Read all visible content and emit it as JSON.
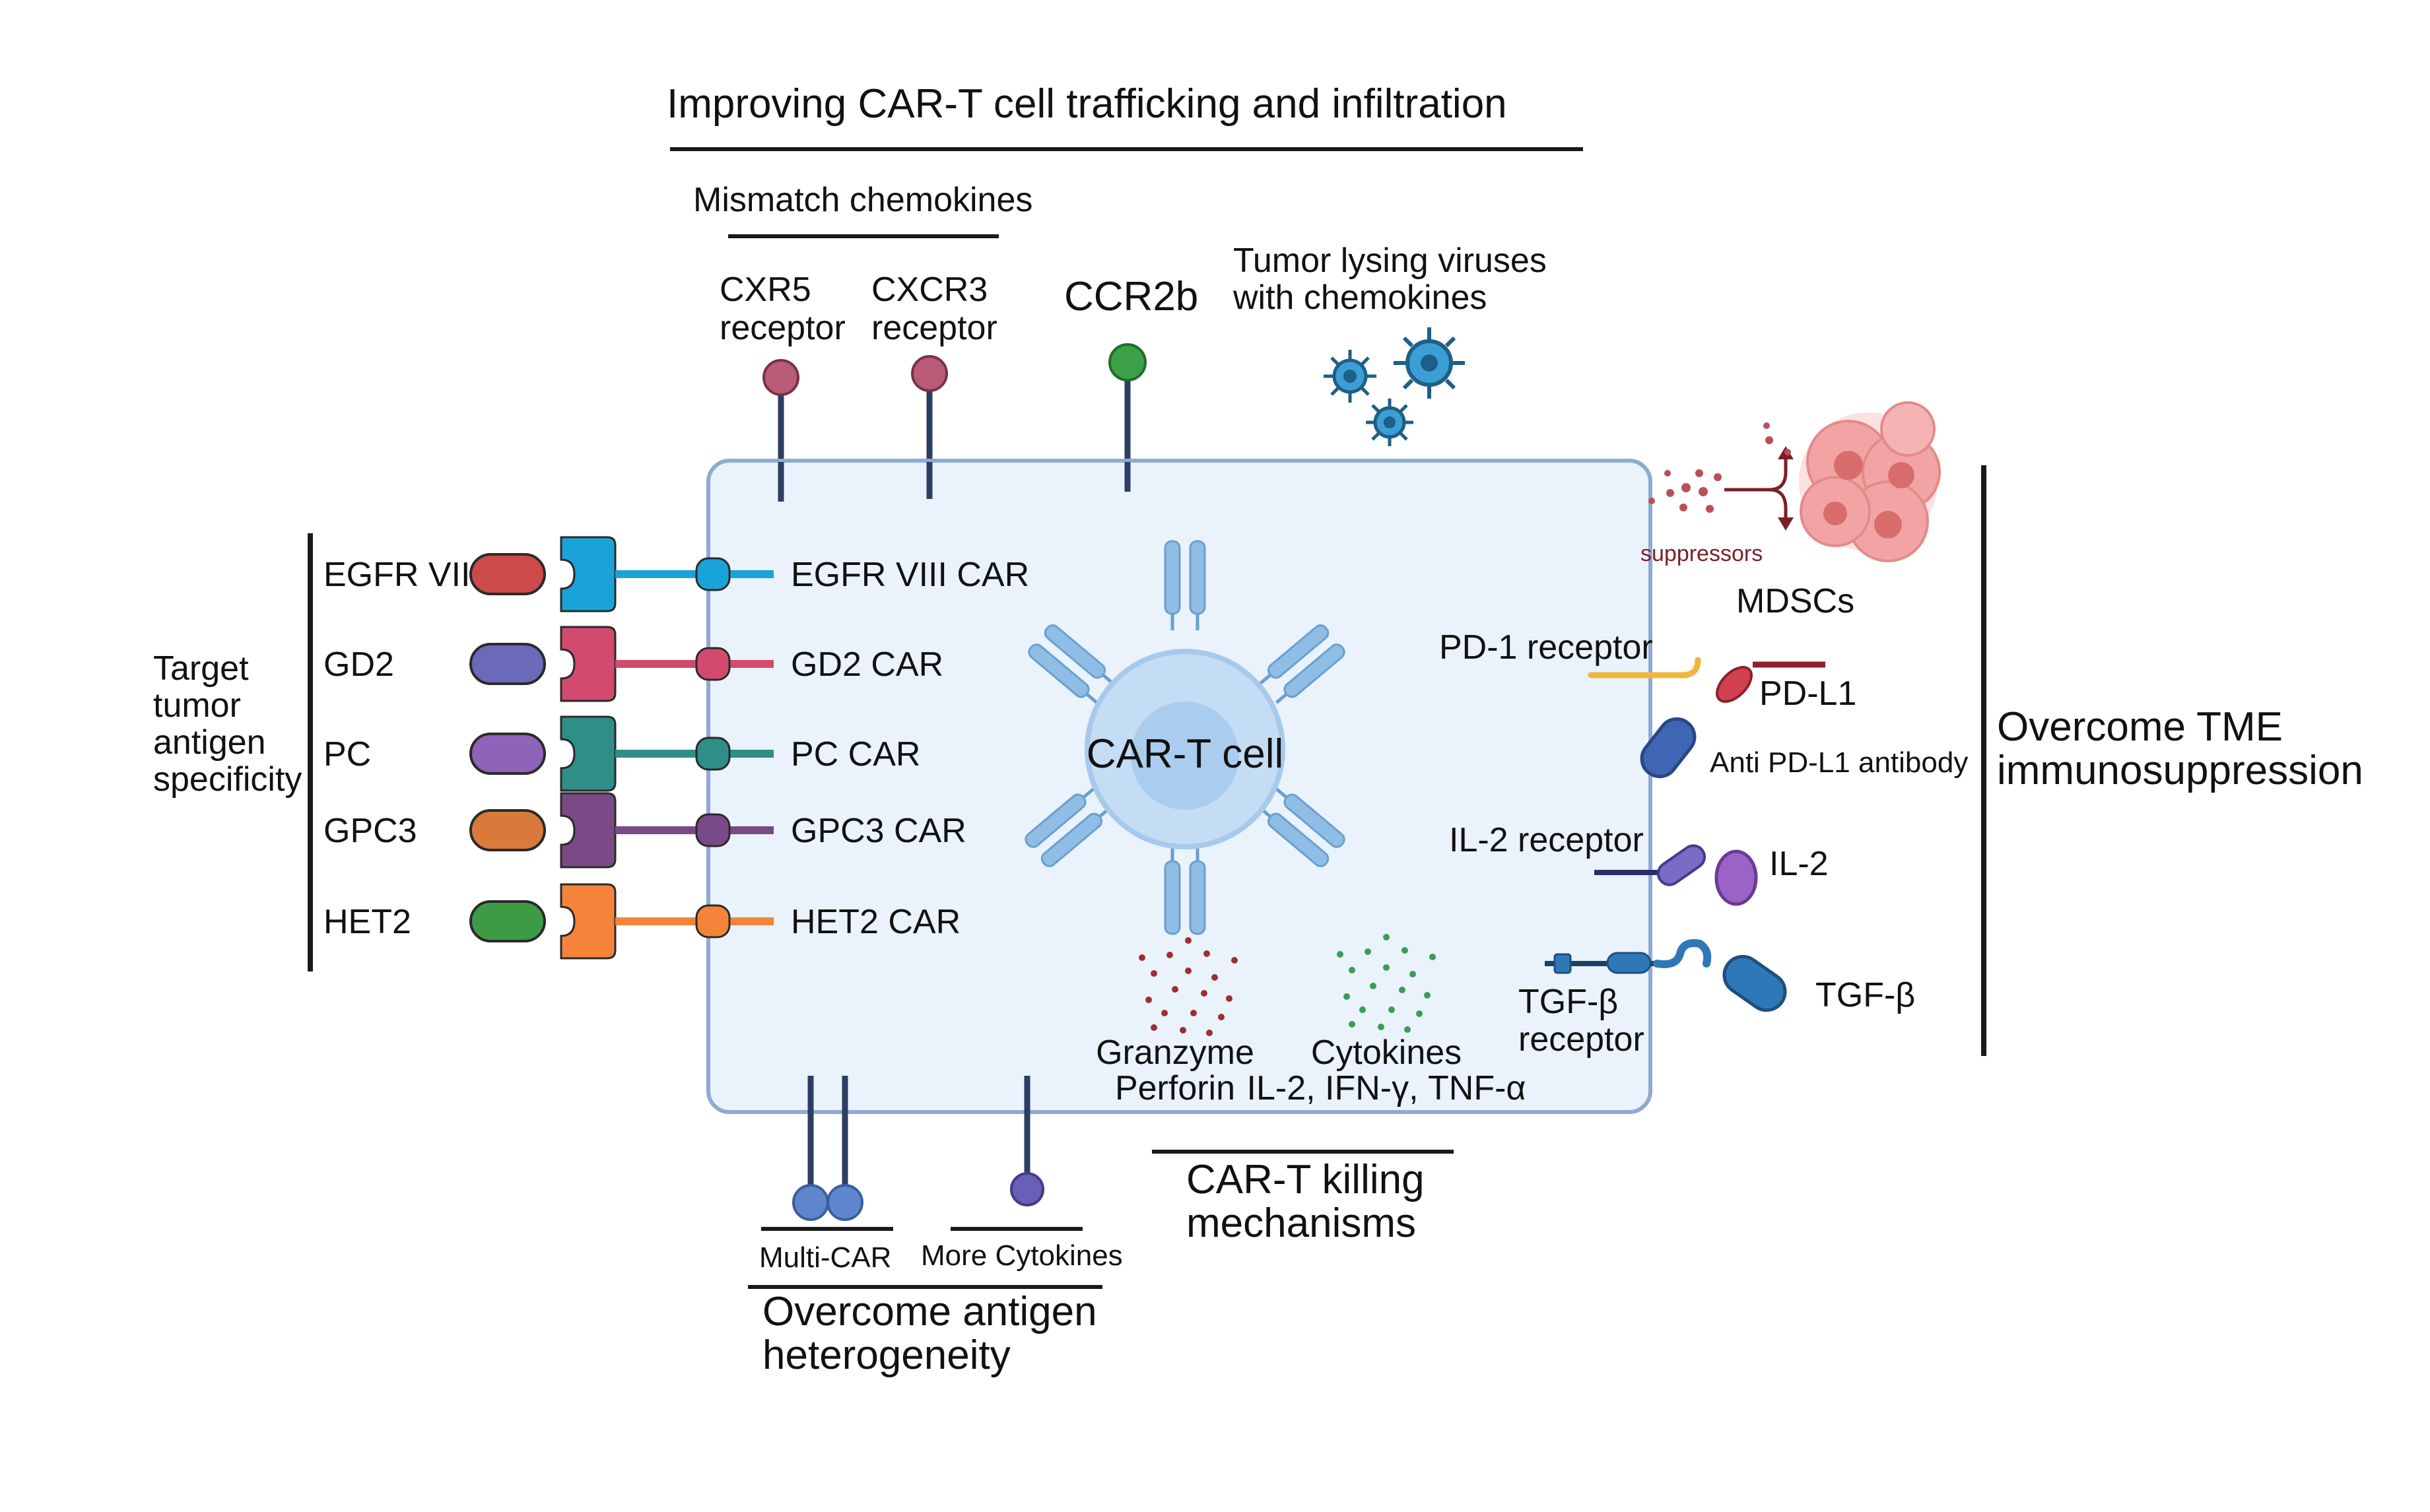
{
  "title": "Improving CAR-T cell trafficking and infiltration",
  "trafficking": {
    "mismatch_label": "Mismatch chemokines",
    "cxr5": [
      "CXR5",
      "receptor"
    ],
    "cxcr3": [
      "CXCR3",
      "receptor"
    ],
    "ccr2b": "CCR2b",
    "viruses": [
      "Tumor lysing viruses",
      "with chemokines"
    ]
  },
  "cell_label": "CAR-T cell",
  "targeting": {
    "group_label": [
      "Target",
      "tumor",
      "antigen",
      "specificity"
    ],
    "antigens": [
      {
        "name": "EGFR VIII",
        "car": "EGFR VIII CAR",
        "color": "#cc4a4a",
        "receptor_color": "#1aa3d9"
      },
      {
        "name": "GD2",
        "car": "GD2 CAR",
        "color": "#6a6ab8",
        "receptor_color": "#d24b6e"
      },
      {
        "name": "PC",
        "car": "PC CAR",
        "color": "#8e63b8",
        "receptor_color": "#2f8e86"
      },
      {
        "name": "GPC3",
        "car": "GPC3 CAR",
        "color": "#d97a3a",
        "receptor_color": "#7a4a86"
      },
      {
        "name": "HET2",
        "car": "HET2 CAR",
        "color": "#3d9b45",
        "receptor_color": "#f5843a"
      }
    ]
  },
  "killing": {
    "granzyme": [
      "Granzyme",
      "Perforin"
    ],
    "cytokines": [
      "Cytokines",
      "IL-2, IFN-γ, TNF-α"
    ],
    "mechanism_label": [
      "CAR-T killing",
      "mechanisms"
    ]
  },
  "heterogeneity": {
    "multi_car": "Multi-CAR",
    "more_cytokines": "More Cytokines",
    "label": [
      "Overcome antigen",
      "heterogeneity"
    ]
  },
  "tme": {
    "suppressors": "suppressors",
    "mdscs": "MDSCs",
    "pd1_receptor": "PD-1 receptor",
    "pdl1": "PD-L1",
    "anti_pdl1": "Anti PD-L1 antibody",
    "il2_receptor": "IL-2 receptor",
    "il2": "IL-2",
    "tgfb_receptor": [
      "TGF-β",
      "receptor"
    ],
    "tgfb": "TGF-β",
    "label": [
      "Overcome TME",
      "immunosuppression"
    ]
  }
}
